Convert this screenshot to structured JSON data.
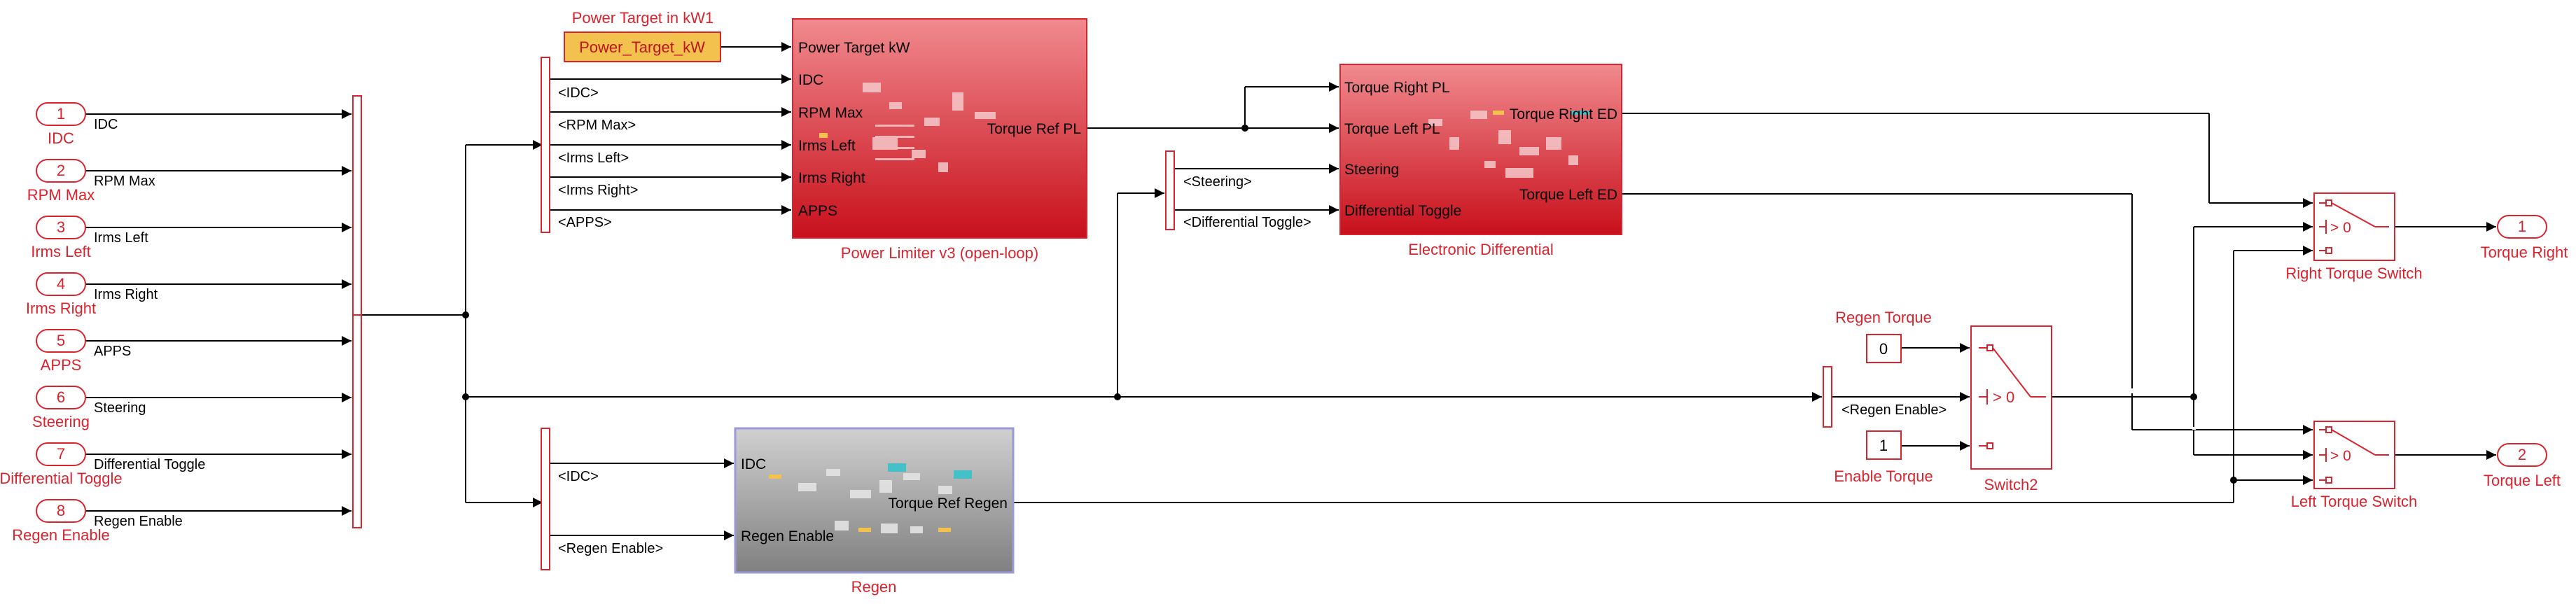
{
  "inports": [
    {
      "num": "1",
      "name": "IDC",
      "signal": "IDC"
    },
    {
      "num": "2",
      "name": "RPM Max",
      "signal": "RPM Max"
    },
    {
      "num": "3",
      "name": "Irms Left",
      "signal": "Irms Left"
    },
    {
      "num": "4",
      "name": "Irms Right",
      "signal": "Irms Right"
    },
    {
      "num": "5",
      "name": "APPS",
      "signal": "APPS"
    },
    {
      "num": "6",
      "name": "Steering",
      "signal": "Steering"
    },
    {
      "num": "7",
      "name": "Differential Toggle",
      "signal": "Differential Toggle"
    },
    {
      "num": "8",
      "name": "Regen Enable",
      "signal": "Regen Enable"
    }
  ],
  "power_target": {
    "title": "Power Target in kW1",
    "value": "Power_Target_kW"
  },
  "bus_power": {
    "signals": [
      "<IDC>",
      "<RPM Max>",
      "<Irms Left>",
      "<Irms Right>",
      "<APPS>"
    ]
  },
  "power_limiter": {
    "name": "Power Limiter v3 (open-loop)",
    "inputs": [
      "Power Target kW",
      "IDC",
      "RPM Max",
      "Irms Left",
      "Irms Right",
      "APPS"
    ],
    "output": "Torque Ref PL"
  },
  "bus_diff": {
    "signals": [
      "<Steering>",
      "<Differential Toggle>"
    ]
  },
  "electronic_differential": {
    "name": "Electronic Differential",
    "inputs": [
      "Torque Right PL",
      "Torque Left PL",
      "Steering",
      "Differential Toggle"
    ],
    "outputs": [
      "Torque Right ED",
      "Torque Left ED"
    ]
  },
  "bus_regen": {
    "signals": [
      "<IDC>",
      "<Regen Enable>"
    ]
  },
  "regen": {
    "name": "Regen",
    "inputs": [
      "IDC",
      "Regen Enable"
    ],
    "output": "Torque Ref Regen"
  },
  "regen_torque": {
    "label": "Regen Torque",
    "value": "0"
  },
  "enable_torque": {
    "label": "Enable Torque",
    "value": "1"
  },
  "bus_switch": {
    "signal": "<Regen Enable>"
  },
  "switch2": {
    "name": "Switch2",
    "cond": "> 0"
  },
  "right_switch": {
    "name": "Right Torque Switch",
    "cond": "> 0"
  },
  "left_switch": {
    "name": "Left Torque Switch",
    "cond": "> 0"
  },
  "outports": [
    {
      "num": "1",
      "name": "Torque Right"
    },
    {
      "num": "2",
      "name": "Torque Left"
    }
  ],
  "colors": {
    "accent": "#d9232e",
    "block_fill": "#e85a60",
    "regen_fill": "#a8a8a8",
    "const_fill": "#f2c14e",
    "line": "#000000"
  }
}
